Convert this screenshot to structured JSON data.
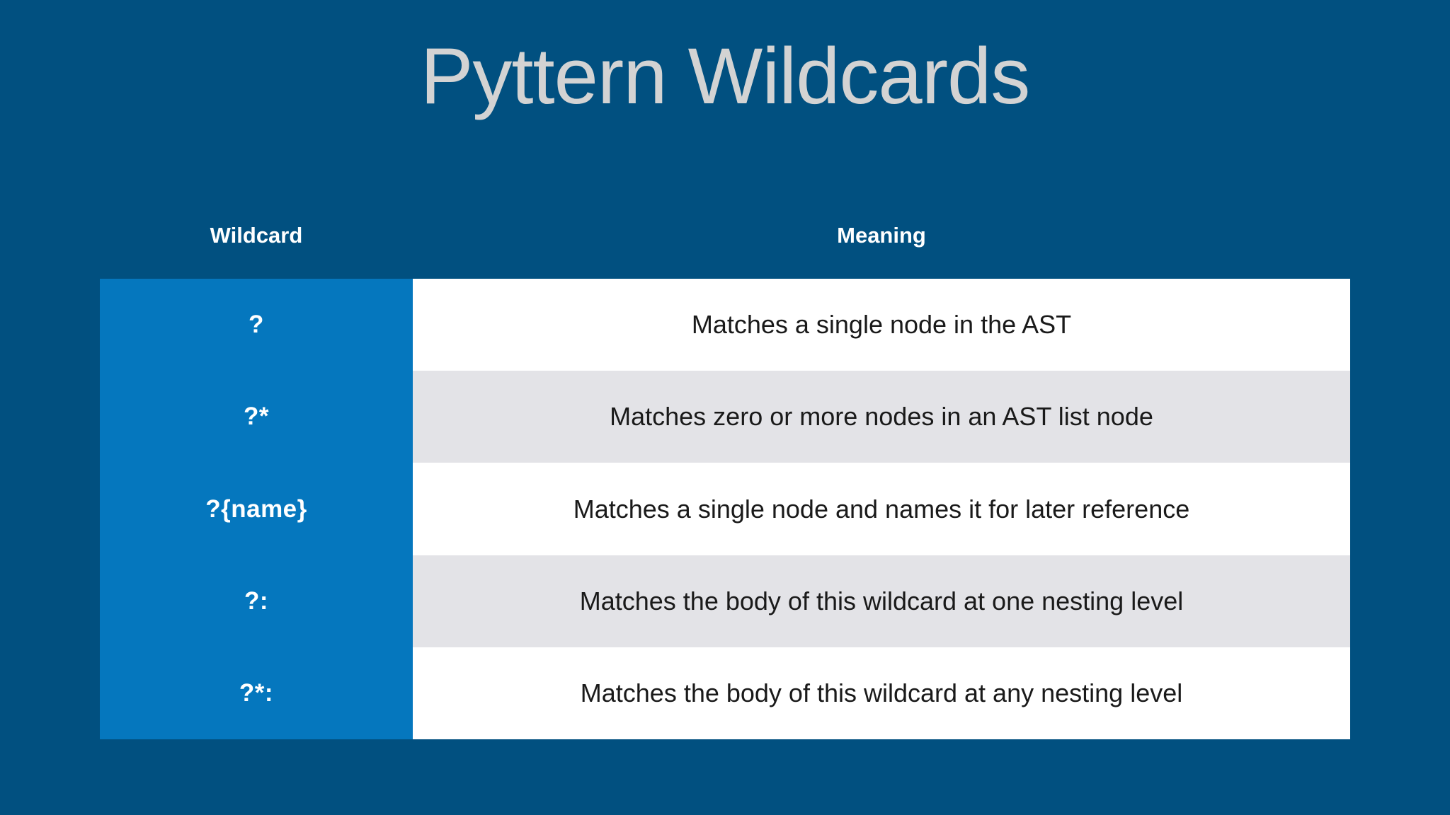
{
  "slide": {
    "title": "Pyttern Wildcards",
    "background_color": "#015080",
    "title_color": "#d3d3d3"
  },
  "table": {
    "headers": {
      "wildcard": "Wildcard",
      "meaning": "Meaning"
    },
    "colors": {
      "wildcard_column": "#0577be",
      "row_odd": "#ffffff",
      "row_even": "#e3e3e7",
      "wildcard_text": "#ffffff",
      "meaning_text": "#1a1a1a"
    },
    "rows": [
      {
        "wildcard": "?",
        "meaning": "Matches a single node in the AST"
      },
      {
        "wildcard": "?*",
        "meaning": "Matches zero or more nodes in an AST list node"
      },
      {
        "wildcard": "?{name}",
        "meaning": "Matches a single node and names it for later reference"
      },
      {
        "wildcard": "?:",
        "meaning": "Matches the body of this wildcard at one nesting level"
      },
      {
        "wildcard": "?*:",
        "meaning": "Matches the body of this wildcard at any nesting level"
      }
    ]
  }
}
